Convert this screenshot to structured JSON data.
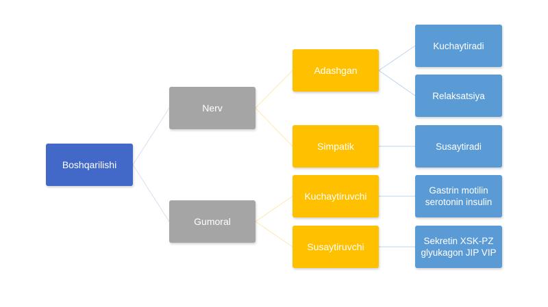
{
  "diagram": {
    "root": {
      "label": "Boshqarilishi"
    },
    "nerv": {
      "label": "Nerv"
    },
    "gumoral": {
      "label": "Gumoral"
    },
    "adashgan": {
      "label": "Adashgan"
    },
    "simpatik": {
      "label": "Simpatik"
    },
    "kuchaytiruvchi": {
      "label": "Kuchaytiruvchi"
    },
    "susaytiruvchi": {
      "label": "Susaytiruvchi"
    },
    "kuchaytiradi": {
      "label": "Kuchaytiradi"
    },
    "relaksatsiya": {
      "label": "Relaksatsiya"
    },
    "susaytiradi": {
      "label": "Susaytiradi"
    },
    "gastrin": {
      "line1": "Gastrin motilin",
      "line2": "serotonin insulin"
    },
    "sekretin": {
      "line1": "Sekretin XSK-PZ",
      "line2": "glyukagon JIP VIP"
    }
  },
  "colors": {
    "root": "#4268c8",
    "level1": "#a5a5a5",
    "level2": "#ffc000",
    "level3": "#5b9bd5"
  }
}
